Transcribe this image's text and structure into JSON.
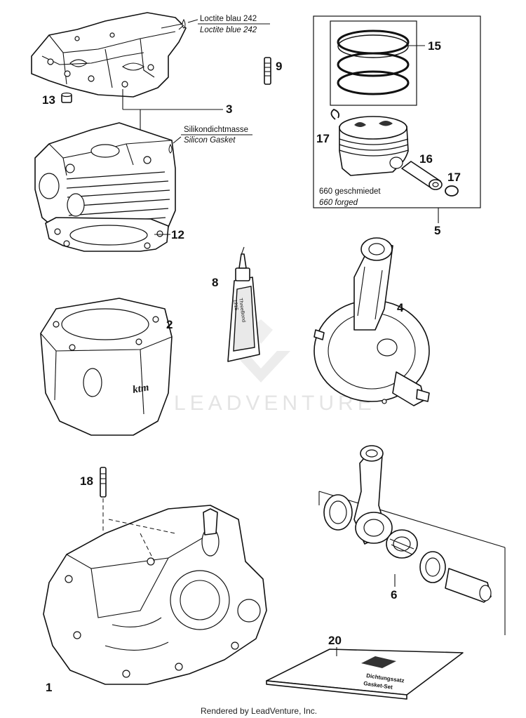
{
  "diagram": {
    "watermark": "LEADVENTURE",
    "footer": "Rendered by LeadVenture, Inc.",
    "callouts": {
      "p1": "1",
      "p2": "2",
      "p3": "3",
      "p4": "4",
      "p5": "5",
      "p6": "6",
      "p8": "8",
      "p9": "9",
      "p12": "12",
      "p13": "13",
      "p15": "15",
      "p16": "16",
      "p17a": "17",
      "p17b": "17",
      "p18": "18",
      "p20": "20"
    },
    "notes": {
      "loctite_de": "Loctite blau 242",
      "loctite_en": "Loctite blue 242",
      "silikon_de": "Silikondichtmasse",
      "silikon_en": "Silicon Gasket",
      "piston_de": "660 geschmiedet",
      "piston_en": "660 forged"
    },
    "tube_label": [
      "ThreeBond",
      "1215"
    ],
    "gasket_set_label": [
      "Dichtungssatz",
      "Gasket-Set"
    ]
  }
}
